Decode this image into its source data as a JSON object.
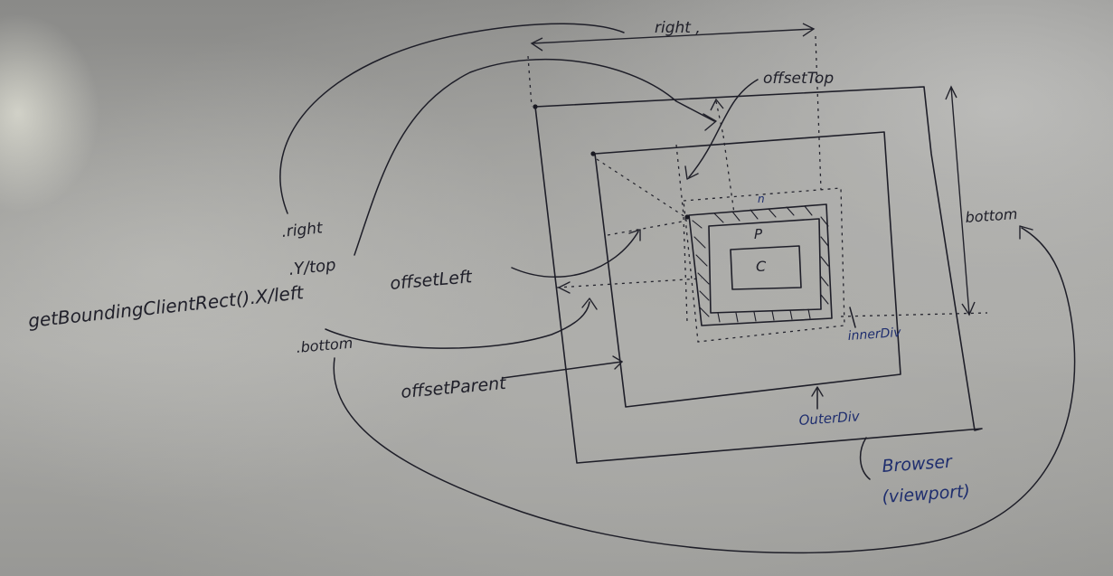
{
  "labels": {
    "right_top": "right ,",
    "offset_top": "offsetTop",
    "bottom_right": "bottom",
    "method_right": ".right",
    "method_y_top": ".Y/top",
    "method_call": "getBoundingClientRect().X/left",
    "method_bottom": ".bottom",
    "offset_left": "offsetLeft",
    "offset_parent": "offsetParent",
    "node_n": "n",
    "node_p": "P",
    "node_c": "C",
    "inner_div": "innerDiv",
    "outer_div": "OuterDiv",
    "browser_line1": "Browser",
    "browser_line2": "(viewport)"
  }
}
